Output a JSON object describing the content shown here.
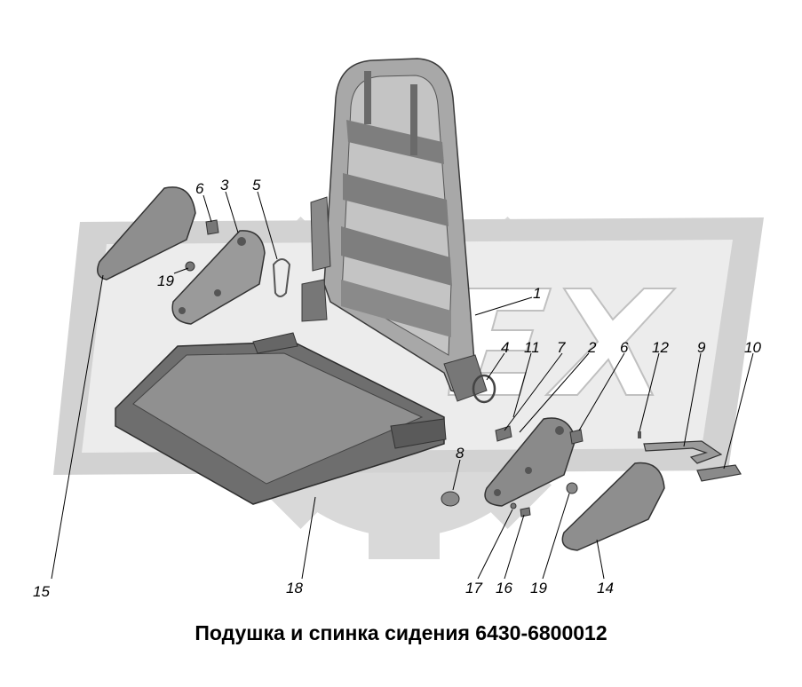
{
  "caption": "Подушка и спинка сидения 6430-6800012",
  "watermark_text": "EX",
  "callouts": {
    "c1": "1",
    "c2": "2",
    "c3": "3",
    "c4": "4",
    "c5": "5",
    "c6a": "6",
    "c6b": "6",
    "c7": "7",
    "c8": "8",
    "c9": "9",
    "c10": "10",
    "c11": "11",
    "c12": "12",
    "c14": "14",
    "c15": "15",
    "c16": "16",
    "c17": "17",
    "c18": "18",
    "c19a": "19",
    "c19b": "19"
  },
  "colors": {
    "watermark": "#d4d4d4",
    "watermark_light": "#e6e6e6",
    "part_fill": "#8a8a8a",
    "part_dark": "#5a5a5a",
    "part_light": "#b0b0b0",
    "outline": "#3a3a3a"
  }
}
